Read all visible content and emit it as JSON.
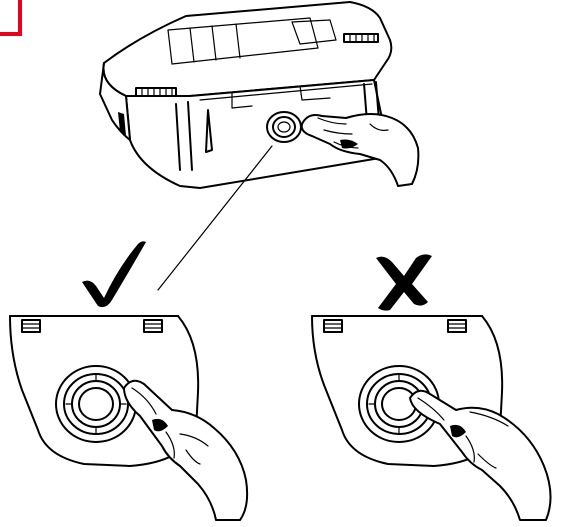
{
  "figure": {
    "panels": [
      {
        "id": "device",
        "description_icon": "device-with-button-icon"
      },
      {
        "id": "correct",
        "indicator_icon": "checkmark-icon"
      },
      {
        "id": "incorrect",
        "indicator_icon": "cross-icon"
      }
    ],
    "colors": {
      "line": "#000000",
      "background": "#ffffff",
      "corner_mark": "#e8001c"
    }
  }
}
